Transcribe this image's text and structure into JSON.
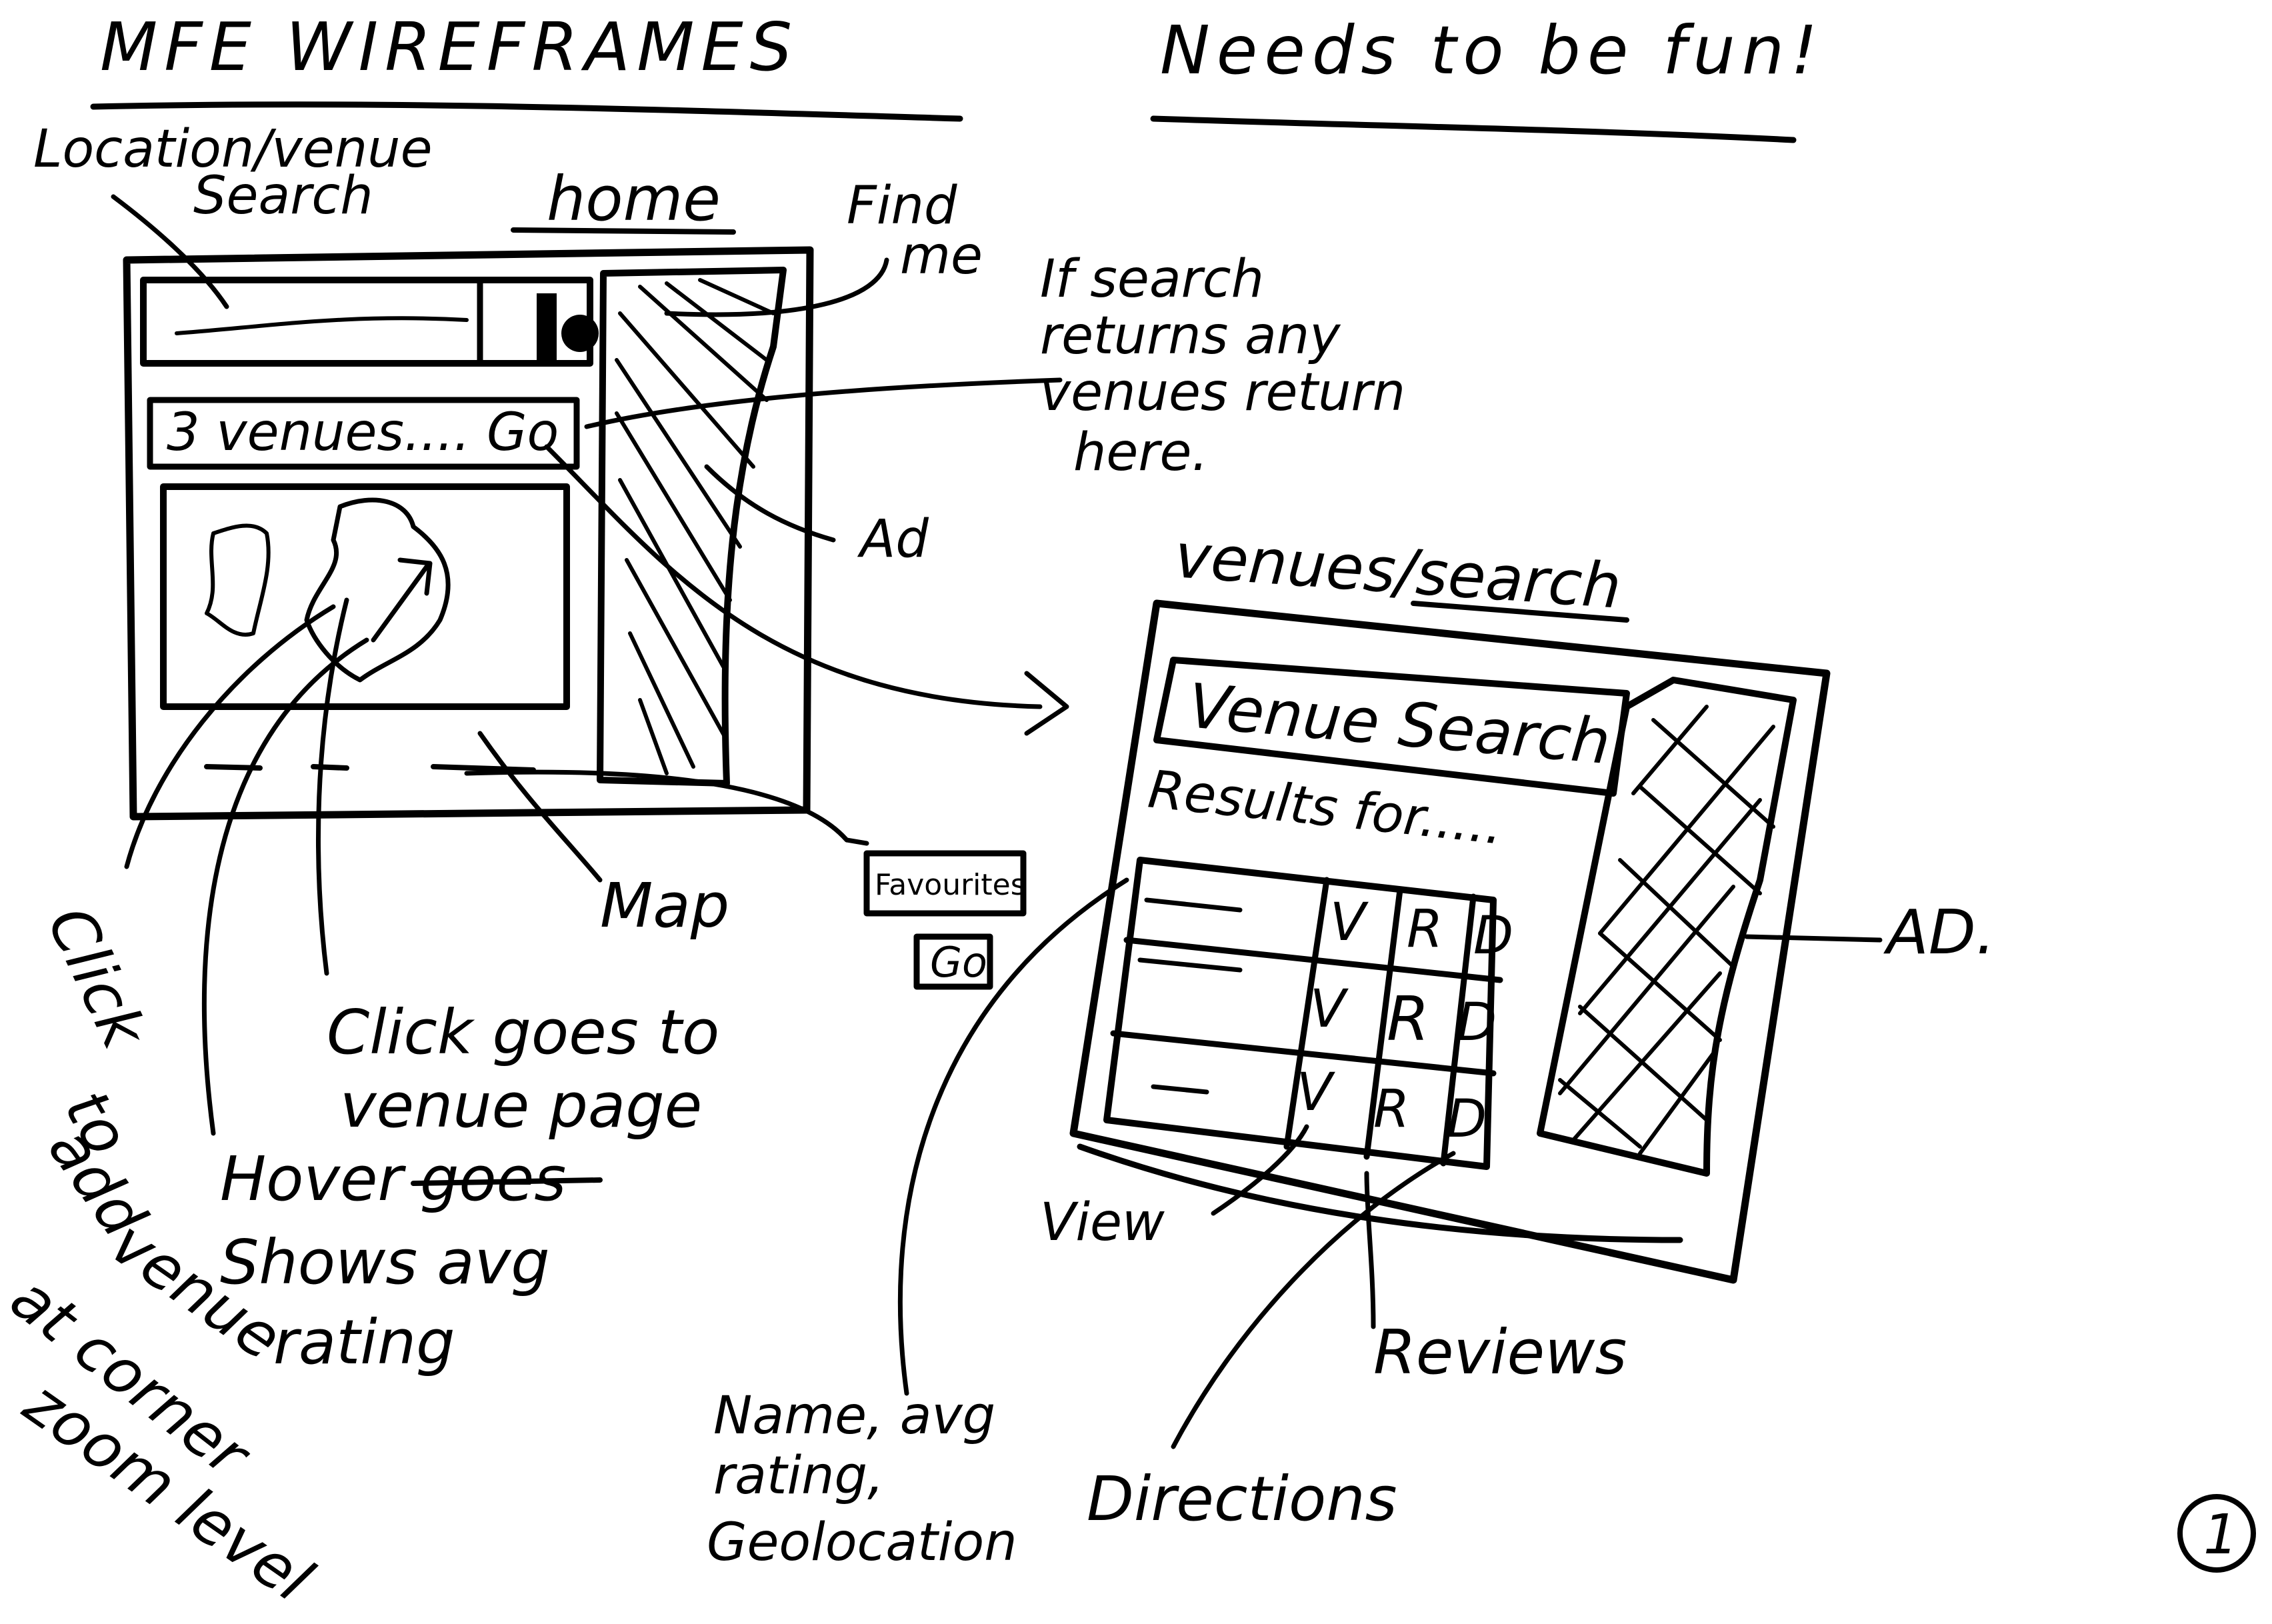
{
  "page": {
    "title": "MFE WIREFRAMES",
    "tagline": "Needs to be fun!",
    "page_number": "1"
  },
  "home": {
    "heading": "home",
    "location_search_label": [
      "Location/venue",
      "Search"
    ],
    "find_me_label": [
      "Find",
      "me"
    ],
    "results_bar_text": "3 venues.... Go",
    "return_note": [
      "If search",
      "returns any",
      "venues return",
      "here."
    ],
    "ad_label": "Ad",
    "map_label": "Map",
    "favourites_button": "Favourites",
    "go_button": "Go",
    "click_note": [
      "Click goes to",
      "venue page"
    ],
    "hover_note": [
      "Hover",
      "goes",
      "Shows avg",
      "rating"
    ],
    "add_venue_note": [
      "Click",
      "to",
      "add",
      "venue",
      "at corner",
      "zoom level"
    ]
  },
  "venues_search": {
    "heading": "venues/search",
    "search_box_text": "Venue Search",
    "results_heading": "Results for.....",
    "ad_label": "AD.",
    "column_markers": {
      "view": "V",
      "reviews": "R",
      "directions": "D"
    },
    "row_count": 3,
    "view_label": "View",
    "reviews_label": "Reviews",
    "directions_label": "Directions",
    "name_note": [
      "Name, avg",
      "rating,",
      "Geolocation"
    ]
  }
}
